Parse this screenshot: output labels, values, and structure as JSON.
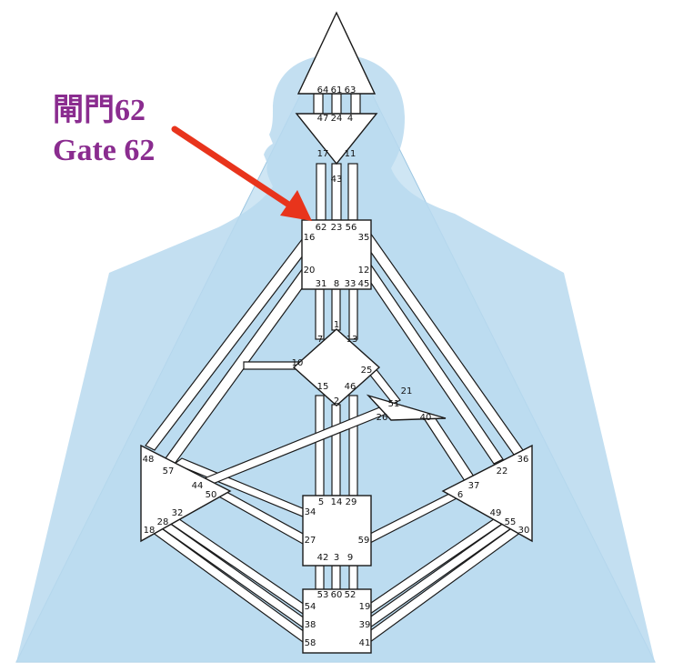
{
  "annotation": {
    "line1": "閘門62",
    "line2": "Gate 62",
    "arrow_color": "#e8341c",
    "text_color": "#8a2c8f"
  },
  "colors": {
    "triangle": "#cfe6f4",
    "silhouette": "#b8d9ee",
    "center_fill": "#ffffff",
    "outline": "#1a1a1a"
  },
  "highlighted_gate": "62",
  "gates": {
    "head": [
      "64",
      "61",
      "63"
    ],
    "ajna_top": [
      "47",
      "24",
      "4"
    ],
    "ajna_bottom": [
      "17",
      "11"
    ],
    "ajna_center": "43",
    "throat_top": [
      "62",
      "23",
      "56"
    ],
    "throat_sides": [
      "16",
      "35",
      "20",
      "12"
    ],
    "throat_bottom": [
      "31",
      "8",
      "33",
      "45"
    ],
    "g_center": [
      "1",
      "7",
      "13",
      "10",
      "25",
      "15",
      "46",
      "2"
    ],
    "ego": [
      "21",
      "51",
      "26",
      "40"
    ],
    "spleen": [
      "48",
      "57",
      "44",
      "50",
      "32",
      "28",
      "18"
    ],
    "solar_plexus": [
      "36",
      "22",
      "37",
      "6",
      "49",
      "55",
      "30"
    ],
    "sacral": [
      "5",
      "14",
      "29",
      "34",
      "27",
      "59",
      "42",
      "3",
      "9"
    ],
    "root": [
      "53",
      "60",
      "52",
      "54",
      "19",
      "38",
      "39",
      "58",
      "41"
    ]
  }
}
